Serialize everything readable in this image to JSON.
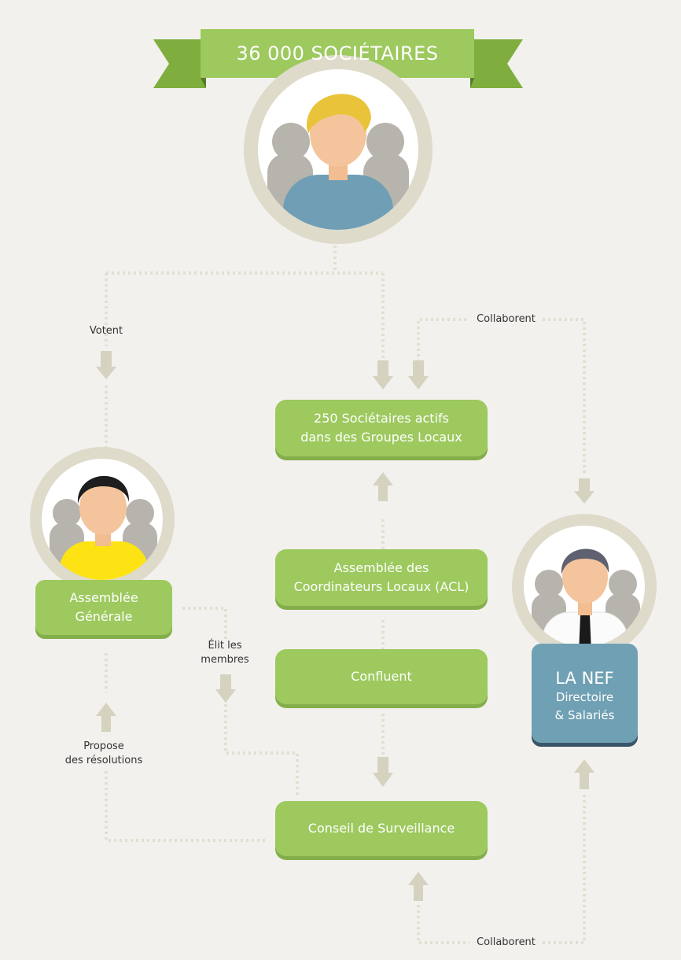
{
  "header": {
    "title": "36 000 SOCIÉTAIRES"
  },
  "boxes": {
    "groupes_locaux": [
      "250 Sociétaires actifs",
      "dans des Groupes Locaux"
    ],
    "acl": [
      "Assemblée des",
      "Coordinateurs Locaux (ACL)"
    ],
    "confluent": "Confluent",
    "conseil": "Conseil de Surveillance",
    "assemblee_generale": [
      "Assemblée",
      "Générale"
    ]
  },
  "nef": {
    "title": "LA NEF",
    "line1": "Directoire",
    "line2": "& Salariés"
  },
  "labels": {
    "votent": "Votent",
    "collaborent_top": "Collaborent",
    "collaborent_bottom": "Collaborent",
    "elit": [
      "Élit les",
      "membres"
    ],
    "propose": [
      "Propose",
      "des résolutions"
    ]
  },
  "colors": {
    "green": "#9dc95e",
    "green_dark": "#6f9a39",
    "blue": "#6fa0b3",
    "ring": "#dedbcb",
    "dotted": "#e2dfd0",
    "arrow": "#d5d2bf"
  },
  "icons": [
    "avatar-societaires",
    "avatar-assemblee",
    "avatar-directoire"
  ]
}
